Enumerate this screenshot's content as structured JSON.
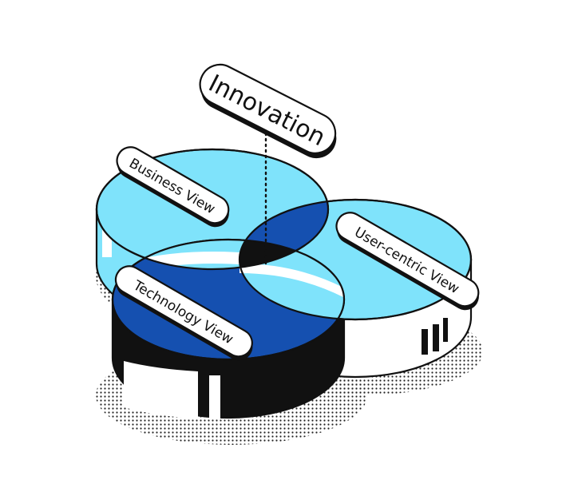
{
  "labels": {
    "top": "Innovation",
    "business": "Business View",
    "user": "User-centric View",
    "technology": "Technology View"
  },
  "colors": {
    "light_blue": "#7fe3fb",
    "dark_blue": "#1550b0",
    "ink": "#111111",
    "background": "#ffffff"
  }
}
